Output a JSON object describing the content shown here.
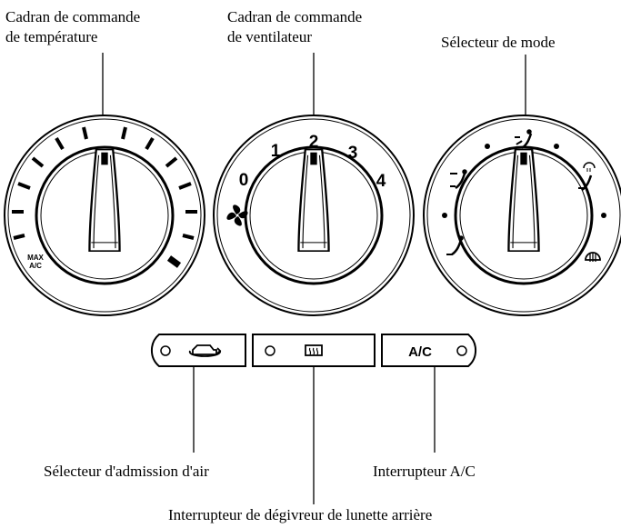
{
  "callouts": {
    "temperature_dial_line1": "Cadran de commande",
    "temperature_dial_line2": "de température",
    "fan_dial_line1": "Cadran de commande",
    "fan_dial_line2": "de ventilateur",
    "mode_selector": "Sélecteur de mode",
    "air_intake_selector": "Sélecteur d'admission d'air",
    "ac_switch": "Interrupteur A/C",
    "rear_defroster_switch": "Interrupteur de dégivreur de lunette arrière"
  },
  "temperature_dial": {
    "max_ac_line1": "MAX",
    "max_ac_line2": "A/C"
  },
  "fan_dial": {
    "speeds": [
      "0",
      "1",
      "2",
      "3",
      "4"
    ]
  },
  "buttons": {
    "ac_label": "A/C"
  }
}
